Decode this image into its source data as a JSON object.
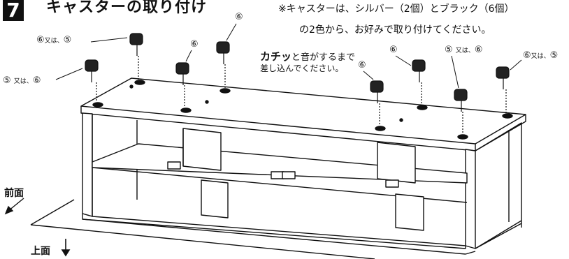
{
  "header": {
    "step_number": "7",
    "title": "キャスターの取り付け"
  },
  "notes": {
    "line1": "※キャスターは、シルバー（2個）とブラック（6個）",
    "line2": "の2色から、お好みで取り付けてください。"
  },
  "instruction": {
    "emphasis": "カチッ",
    "text_line1": "と音がするまで",
    "text_line2": "差し込んでください。"
  },
  "labels": {
    "six": "⑥",
    "five": "⑤",
    "or_text": "又は、"
  },
  "directions": {
    "front": "前面",
    "top": "上面"
  },
  "colors": {
    "ink": "#111111",
    "paper": "#ffffff"
  }
}
